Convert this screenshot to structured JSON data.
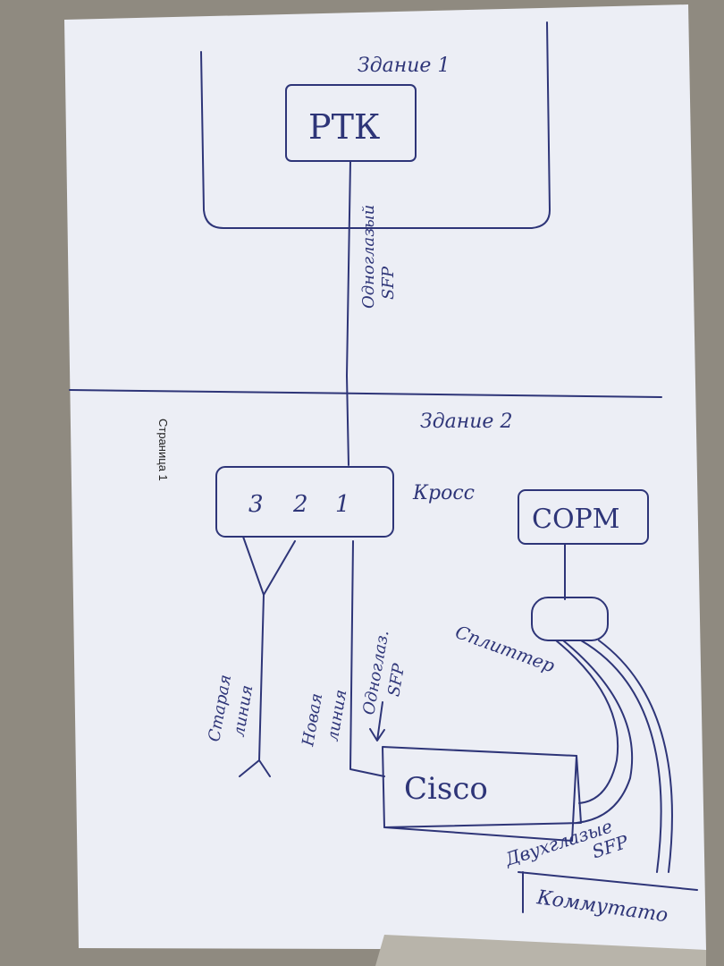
{
  "page_label": "Страница 1",
  "building1": {
    "label": "Здание 1",
    "device": "РТК",
    "link_label_1": "Одноглазый",
    "link_label_2": "SFP"
  },
  "building2": {
    "label": "Здание 2",
    "cross": {
      "label": "Кросс",
      "ports": [
        "3",
        "2",
        "1"
      ]
    },
    "sorm": "СОРМ",
    "splitter": "Сплиттер",
    "old_line_1": "Старая",
    "old_line_2": "линия",
    "new_line_1": "Новая",
    "new_line_2": "линия",
    "sfp1_1": "Одноглаз.",
    "sfp1_2": "SFP",
    "cisco": "Cisco",
    "sfp2_1": "Двухглазые",
    "sfp2_2": "SFP",
    "switch": "Коммутато"
  },
  "colors": {
    "ink": "#2e3578",
    "paper": "#eef0f6"
  }
}
